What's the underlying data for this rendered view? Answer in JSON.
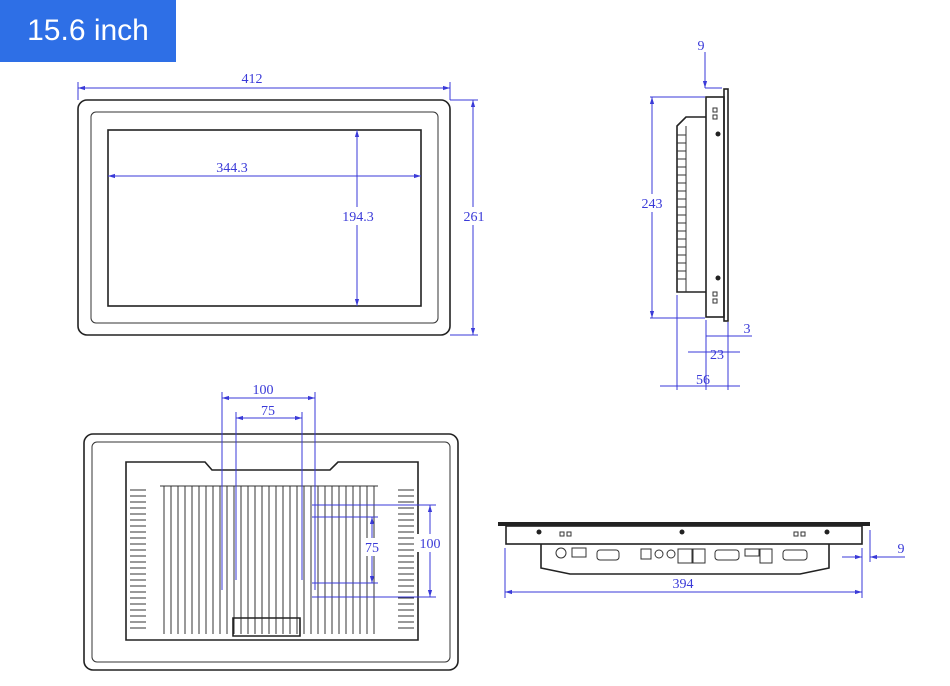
{
  "title": "15.6 inch",
  "colors": {
    "badge": "#2e6fe6",
    "dimension": "#3a3ad8",
    "outline": "#222222"
  },
  "front_view": {
    "width": "412",
    "height": "261",
    "screen_width": "344.3",
    "screen_height": "194.3"
  },
  "side_view": {
    "height": "243",
    "bezel_offset": "9",
    "front_plate": "3",
    "body_depth": "23",
    "total_depth": "56"
  },
  "back_view": {
    "vesa_outer_h": "100",
    "vesa_inner_h": "75",
    "vesa_inner_v": "75",
    "vesa_outer_v": "100"
  },
  "bottom_view": {
    "width": "394",
    "bezel_offset": "9"
  }
}
